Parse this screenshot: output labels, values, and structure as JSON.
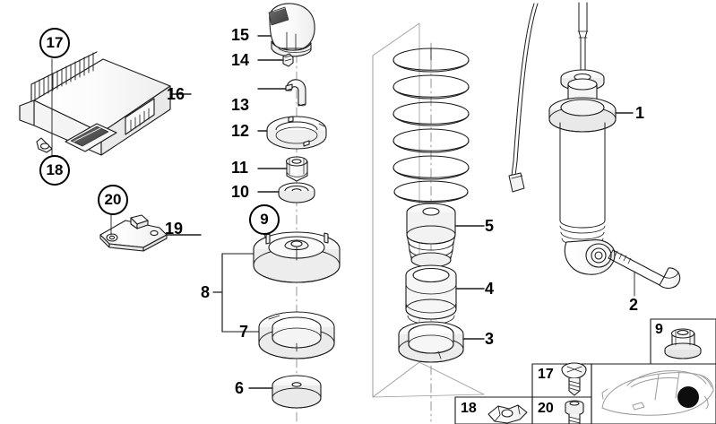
{
  "diagram": {
    "title": "Rear suspension shock absorber and strut mount exploded view",
    "background": "#ffffff",
    "line_color": "#1a1a1a",
    "accent_dark": "#4a4a4a"
  },
  "callouts": {
    "shock_absorber": {
      "number": "1",
      "part": "rear shock absorber"
    },
    "lower_bolt": {
      "number": "2",
      "part": "shock absorber mounting bolt"
    },
    "lower_spring_pad": {
      "number": "3",
      "part": "lower spring pad"
    },
    "protective_tube": {
      "number": "4",
      "part": "protective tube"
    },
    "bump_stop": {
      "number": "5",
      "part": "additional damper / bump stop"
    },
    "small_disc": {
      "number": "6",
      "part": "support disc"
    },
    "bearing_ring": {
      "number": "7",
      "part": "upper spring pad ring"
    },
    "bracket_group": {
      "number": "8",
      "part": "strut mount assembly bracket"
    },
    "strut_mount": {
      "number": "9",
      "part": "guide support / strut mount"
    },
    "washer": {
      "number": "10",
      "part": "washer"
    },
    "nut": {
      "number": "11",
      "part": "self-locking hex nut"
    },
    "cover_ring": {
      "number": "12",
      "part": "cover ring"
    },
    "hook_clip": {
      "number": "13",
      "part": "hook clip"
    },
    "small_clip": {
      "number": "14",
      "part": "retaining clip"
    },
    "cover_cap": {
      "number": "15",
      "part": "cover cap"
    },
    "control_unit": {
      "number": "16",
      "part": "electronic control unit (EDC)"
    },
    "screw_ecu": {
      "number": "17",
      "part": "fillister head screw"
    },
    "bracket_ecu": {
      "number": "18",
      "part": "ECU mounting bracket"
    },
    "sensor_bracket": {
      "number": "19",
      "part": "ride height sensor bracket"
    },
    "screw_sensor": {
      "number": "20",
      "part": "hex bolt"
    }
  },
  "inset_boxes": {
    "nut_box": {
      "number": "9",
      "part": "flange nut detail"
    },
    "screw_box": {
      "number": "17",
      "part": "fillister head screw detail"
    },
    "bracket_box": {
      "number": "18",
      "part": "bracket detail"
    },
    "bolt_box": {
      "number": "20",
      "part": "hex bolt detail"
    },
    "vehicle_box": {
      "part": "vehicle location diagram",
      "marker": "rear-suspension-location-dot"
    }
  },
  "labels": {
    "n1": "1",
    "n2": "2",
    "n3": "3",
    "n4": "4",
    "n5": "5",
    "n6": "6",
    "n7": "7",
    "n8": "8",
    "n9": "9",
    "n10": "10",
    "n11": "11",
    "n12": "12",
    "n13": "13",
    "n14": "14",
    "n15": "15",
    "n16": "16",
    "n17": "17",
    "n18": "18",
    "n19": "19",
    "n20": "20",
    "box9": "9",
    "box17": "17",
    "box18": "18",
    "box20": "20"
  }
}
